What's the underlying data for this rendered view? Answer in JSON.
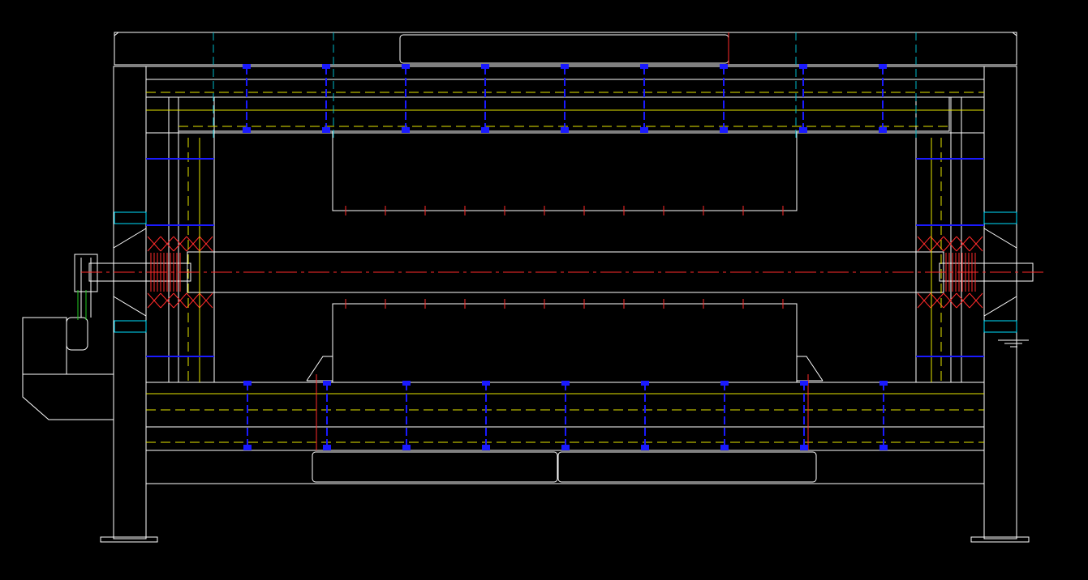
{
  "drawing": {
    "background": "#000000",
    "colors": {
      "outline": "#ffffff",
      "bolts": "#1a1aff",
      "dash_yellow": "#e6e600",
      "center_red": "#ff2a2a",
      "dash_cyan": "#00b7c7",
      "accent_green": "#22cc22",
      "cyan_block": "#00e0ff"
    },
    "upper_bolt_count": 9,
    "lower_bolt_count": 9,
    "tick_count": 12
  }
}
